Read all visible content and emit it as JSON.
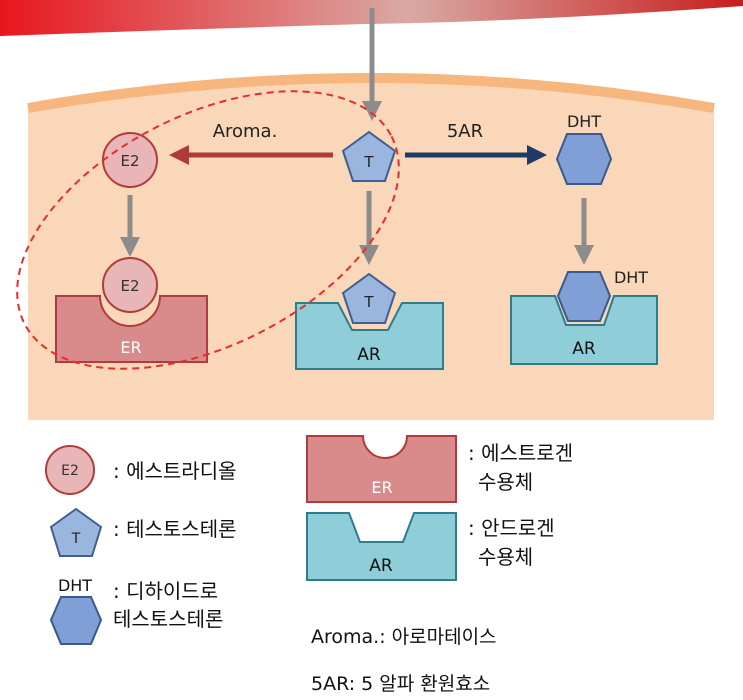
{
  "colors": {
    "banner_left": "#e8161e",
    "banner_mid": "#d9a9a4",
    "banner_right": "#c81d1d",
    "cell_fill": "#fad7b8",
    "membrane": "#f6b67e",
    "red_arrow": "#b03a3a",
    "blue_arrow": "#1f3b63",
    "gray_arrow": "#8c8c8c",
    "e2_fill": "#e8b6b6",
    "e2_stroke": "#b13c3c",
    "er_fill": "#d98b8b",
    "er_stroke": "#b13c3c",
    "t_fill": "#9ab6df",
    "t_stroke": "#3f5f92",
    "ar_fill": "#8fcdd8",
    "ar_stroke": "#2d7d8d",
    "dht_fill": "#7f9fd6",
    "dht_stroke": "#3a5a8c",
    "dashed": "#e52d2d"
  },
  "diagram": {
    "arrow_aroma_label": "Aroma.",
    "arrow_5ar_label": "5AR",
    "e2_label": "E2",
    "t_label": "T",
    "dht_label": "DHT",
    "er_label": "ER",
    "ar_label": "AR"
  },
  "legend": {
    "e2_icon_label": "E2",
    "e2_desc": ": 에스트라디올",
    "t_icon_label": "T",
    "t_desc": ": 테스토스테론",
    "dht_icon_label": "DHT",
    "dht_desc_line1": ": 디하이드로",
    "dht_desc_line2": "테스토스테론",
    "er_icon_label": "ER",
    "er_desc_line1": ": 에스트로겐",
    "er_desc_line2": "수용체",
    "ar_icon_label": "AR",
    "ar_desc_line1": ": 안드로겐",
    "ar_desc_line2": "수용체",
    "aroma_def": "Aroma.: 아로마테이스",
    "ar5_def": "5AR: 5 알파 환원효소"
  }
}
